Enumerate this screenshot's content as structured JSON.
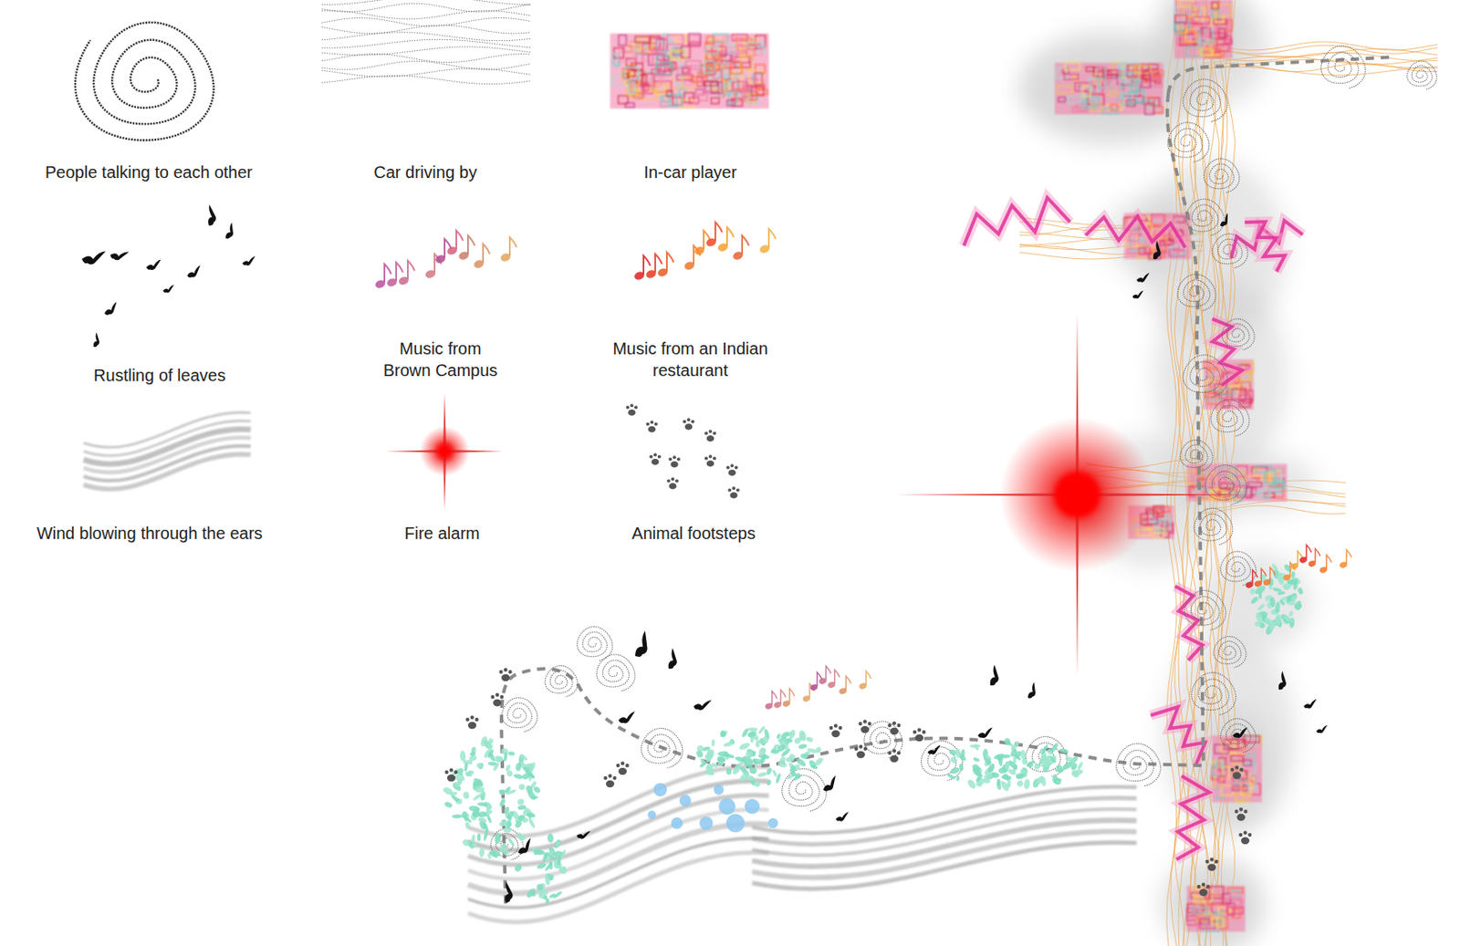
{
  "diagram": {
    "legend": [
      {
        "text": "People talking to each other"
      },
      {
        "text": "Car driving by"
      },
      {
        "text": "In-car player"
      },
      {
        "text": "Rustling of leaves"
      },
      {
        "text": "Music from Brown Campus"
      },
      {
        "text": "Music from an Indian restaurant"
      },
      {
        "text": "Wind blowing through the ears"
      },
      {
        "text": "Fire alarm"
      },
      {
        "text": "Animal footsteps"
      }
    ]
  }
}
